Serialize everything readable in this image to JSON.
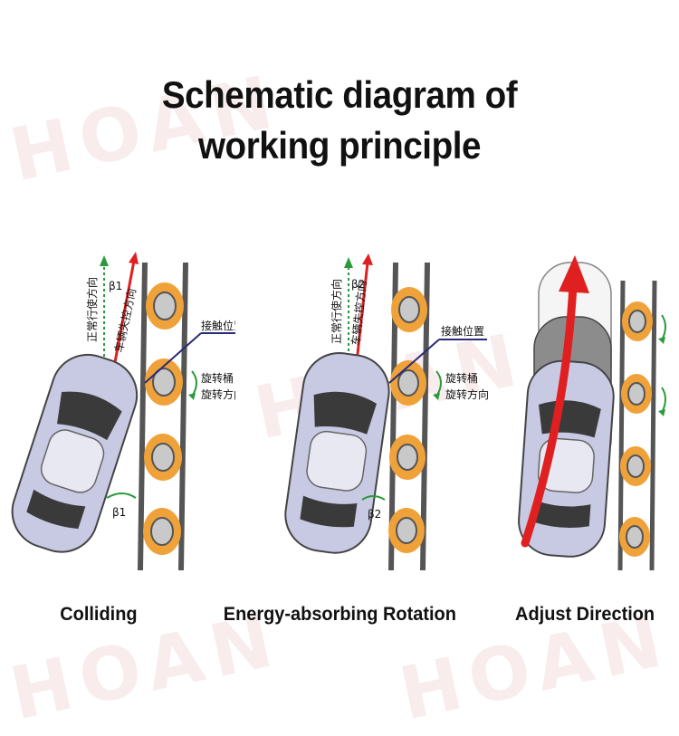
{
  "title": {
    "line1": "Schematic diagram of",
    "line2": "working principle"
  },
  "watermark": "HOAN",
  "panels": [
    {
      "caption": "Colliding",
      "label_normal_direction": "正常行使方向",
      "label_lost_control_direction": "车辆失控方向",
      "label_angle_top": "β1",
      "label_angle_bottom": "β1",
      "label_contact_point": "接触位置",
      "label_rotating_barrel_1": "旋转桶",
      "label_rotating_barrel_2": "旋转方向"
    },
    {
      "caption": "Energy-absorbing Rotation",
      "label_normal_direction": "正常行使方向",
      "label_lost_control_direction": "车辆失控方向",
      "label_angle_top": "β2",
      "label_angle_bottom": "β2",
      "label_contact_point": "接触位置",
      "label_rotating_barrel_1": "旋转桶",
      "label_rotating_barrel_2": "旋转方向"
    },
    {
      "caption": "Adjust Direction"
    }
  ],
  "colors": {
    "barrel_outer": "#f0a23a",
    "barrel_inner": "#c9c9c9",
    "rail": "#555555",
    "car_body": "#c8c9e2",
    "car_dark": "#3a3a3a",
    "arrow_red": "#e02020",
    "arrow_green": "#2a9a3a",
    "pointer": "#2a2a7a"
  }
}
